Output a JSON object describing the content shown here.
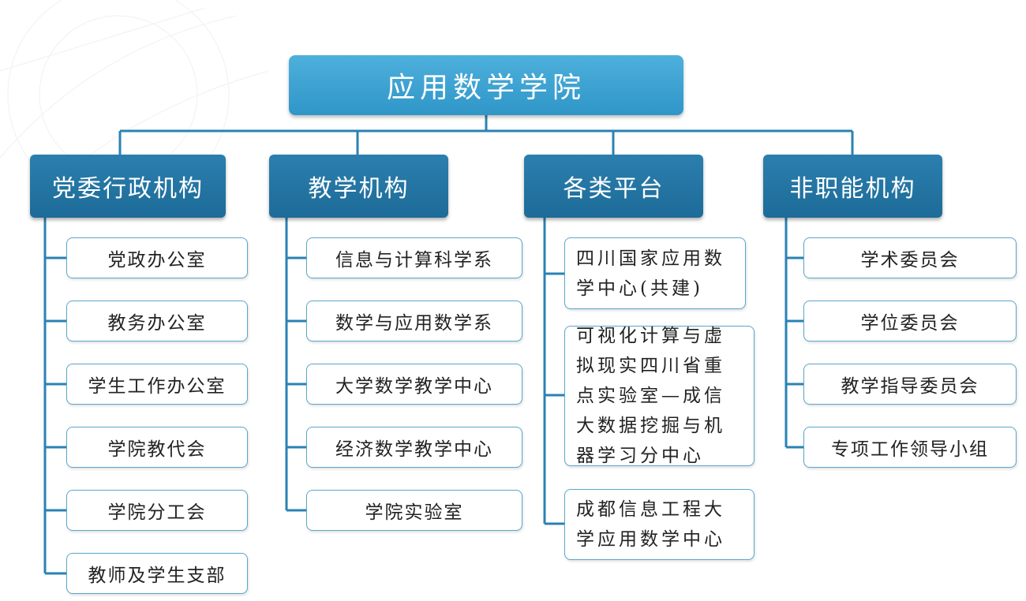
{
  "root": {
    "label": "应用数学学院"
  },
  "categories": [
    {
      "label": "党委行政机构",
      "children": [
        "党政办公室",
        "教务办公室",
        "学生工作办公室",
        "学院教代会",
        "学院分工会",
        "教师及学生支部"
      ]
    },
    {
      "label": "教学机构",
      "children": [
        "信息与计算科学系",
        "数学与应用数学系",
        "大学数学教学中心",
        "经济数学教学中心",
        "学院实验室"
      ]
    },
    {
      "label": "各类平台",
      "children": [
        "四川国家应用数学中心(共建)",
        "可视化计算与虚拟现实四川省重点实验室—成信大数据挖掘与机器学习分中心",
        "成都信息工程大学应用数学中心"
      ]
    },
    {
      "label": "非职能机构",
      "children": [
        "学术委员会",
        "学位委员会",
        "教学指导委员会",
        "专项工作领导小组"
      ]
    }
  ],
  "colors": {
    "line": "#2a82b3",
    "root": "#3aa0d2",
    "category": "#2377a6",
    "child_border": "#5aa6cc"
  }
}
